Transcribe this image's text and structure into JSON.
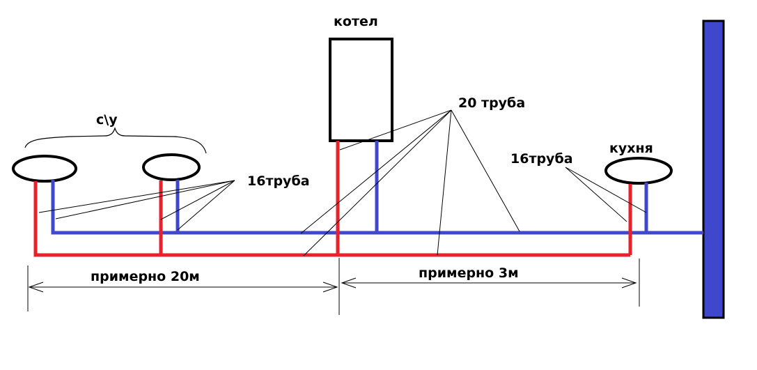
{
  "labels": {
    "boiler": "котел",
    "bathroom": "с\\у",
    "kitchen": "кухня",
    "pipe20": "20 труба",
    "pipe16_left": "16труба",
    "pipe16_right": "16труба",
    "distance_left": "примерно 20м",
    "distance_right": "примерно 3м"
  },
  "colors": {
    "supply_red": "#e8212b",
    "return_blue": "#3f48cc",
    "outline": "#000000"
  }
}
